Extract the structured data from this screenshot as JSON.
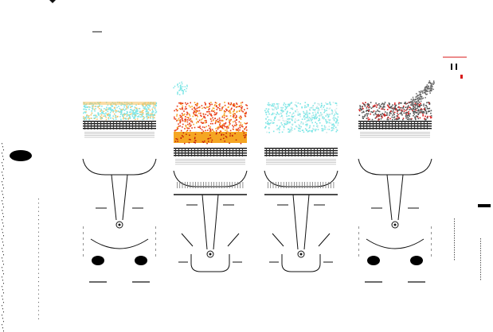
{
  "figure": {
    "panels": [
      {
        "id": "intake",
        "fill_color": "#7ee6e6",
        "accent_color": "#f5c46a",
        "piston": "down"
      },
      {
        "id": "compression",
        "fill_color": "#e83a16",
        "accent_color": "#f5a623",
        "piston": "up"
      },
      {
        "id": "power",
        "fill_color": "#7ee6e6",
        "accent_color": "#cfe9ea",
        "piston": "up"
      },
      {
        "id": "exhaust",
        "fill_color": "#555555",
        "accent_color": "#d81a1a",
        "piston": "down"
      }
    ]
  },
  "colors": {
    "background": "#ffffff",
    "line": "#111111",
    "counterweight": "#000000",
    "left_blob": "#000000",
    "right_bar": "#000000",
    "spark": "#d81a1a"
  }
}
